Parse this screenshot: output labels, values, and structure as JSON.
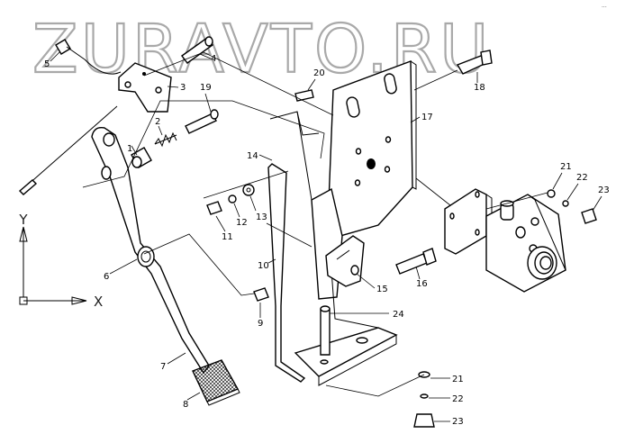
{
  "watermark": "ZURAVTO.RU",
  "corner_mark": "...",
  "axes": {
    "y": "Y",
    "x": "X"
  },
  "callouts": [
    "1",
    "2",
    "3",
    "4",
    "5",
    "6",
    "7",
    "8",
    "9",
    "10",
    "11",
    "12",
    "13",
    "14",
    "15",
    "16",
    "17",
    "18",
    "19",
    "20",
    "21",
    "22",
    "23",
    "24",
    "21",
    "22",
    "23"
  ]
}
